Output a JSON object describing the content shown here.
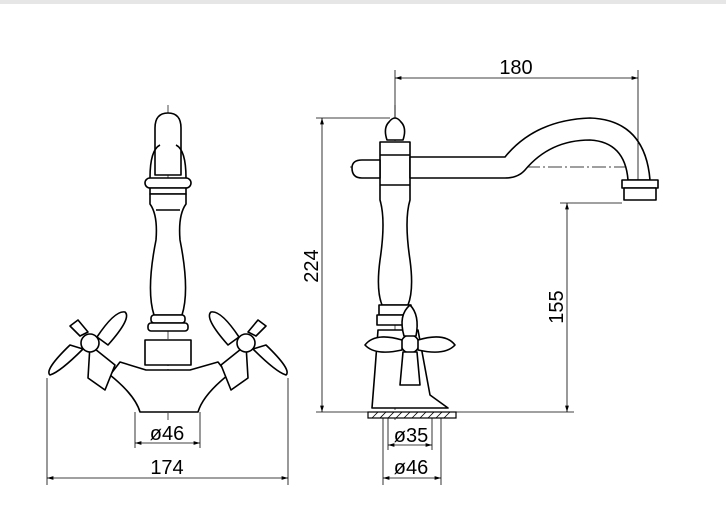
{
  "drawing": {
    "front_view": {
      "base_diameter": "ø46",
      "total_width": "174"
    },
    "side_view": {
      "spout_reach": "180",
      "total_height": "224",
      "spout_height": "155",
      "hole_diameter": "ø35",
      "base_diameter": "ø46"
    }
  }
}
